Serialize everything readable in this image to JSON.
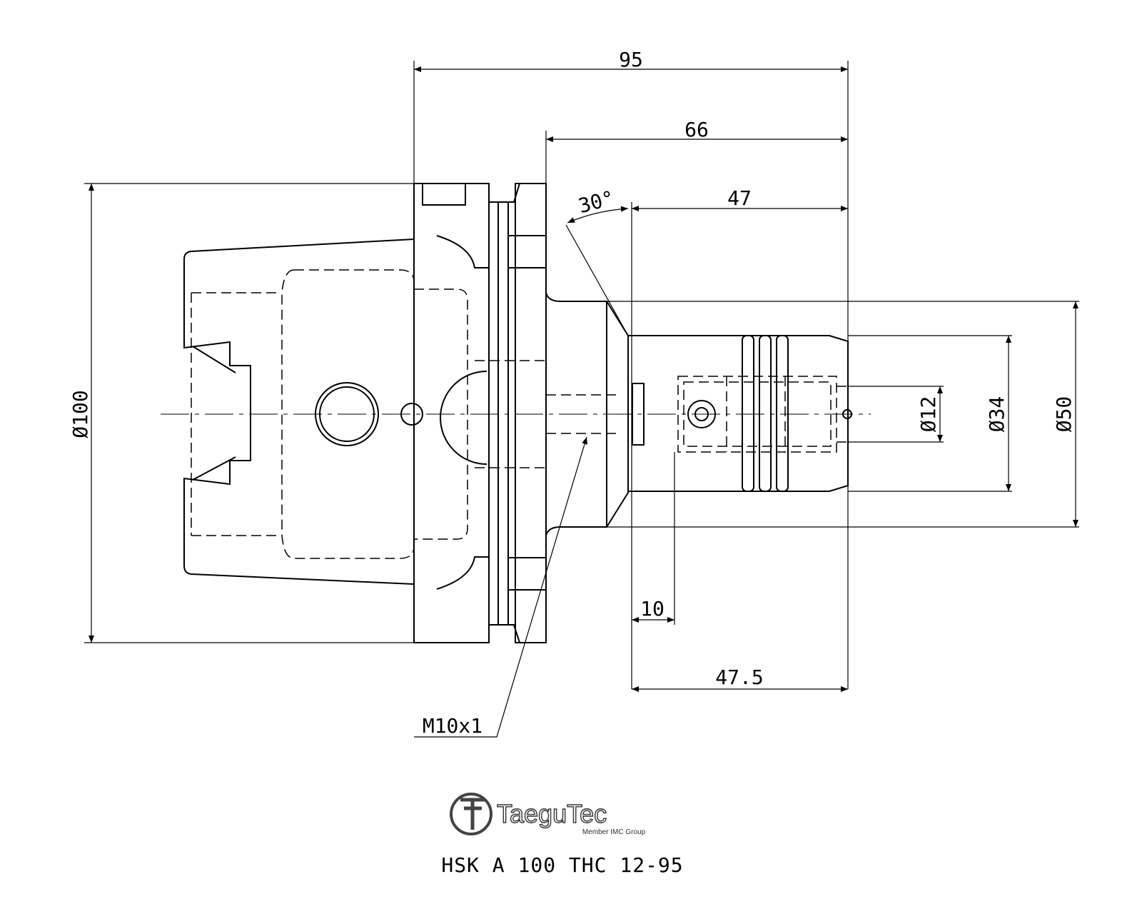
{
  "dimensions": {
    "overall_length": "95",
    "shank_length": "66",
    "clamp_length": "47",
    "taper_angle": "30°",
    "flange_diameter": "Ø100",
    "body_diameter": "Ø50",
    "nose_diameter": "Ø34",
    "bore_diameter": "Ø12",
    "min_insertion": "10",
    "clamp_depth": "47.5"
  },
  "callouts": {
    "thread": "M10x1"
  },
  "logo": {
    "brand": "TaeguTec",
    "tagline": "Member IMC Group"
  },
  "title_block": {
    "part_number": "HSK A 100 THC 12-95"
  }
}
